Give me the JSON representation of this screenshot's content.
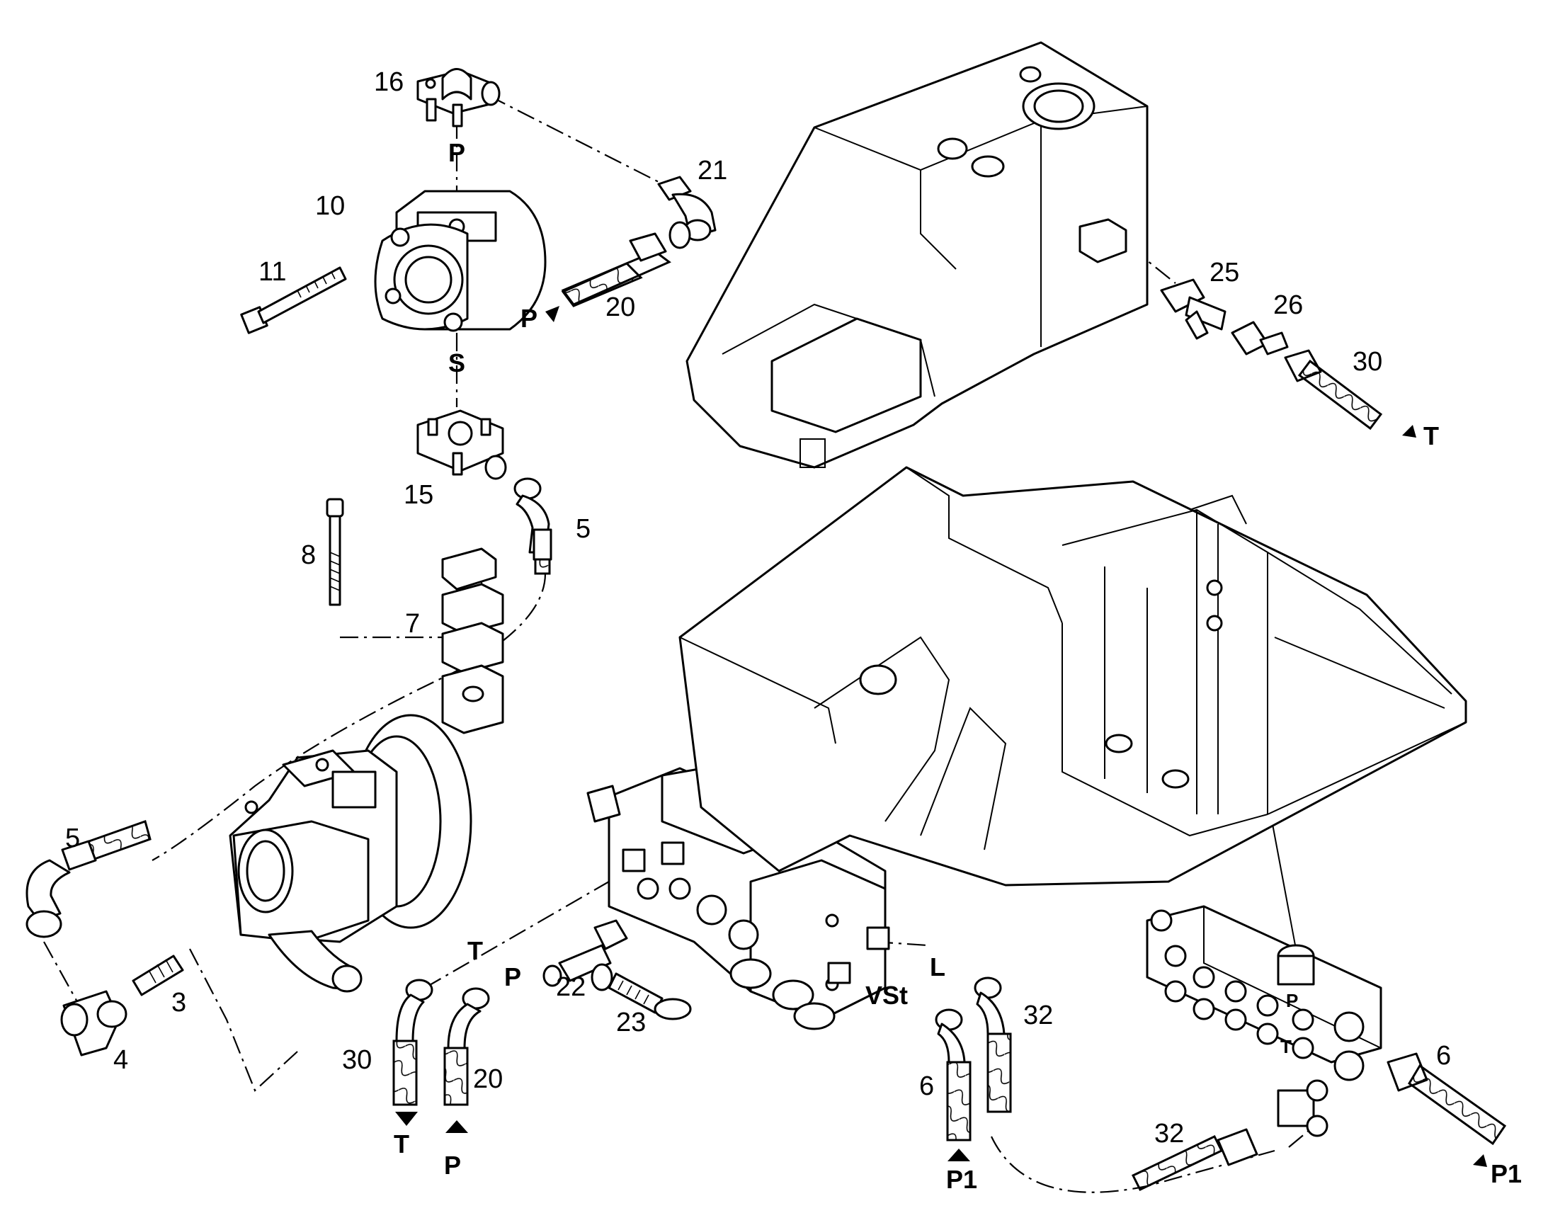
{
  "diagram": {
    "line_color": "#000000",
    "background": "#ffffff",
    "part_numbers": {
      "p16": "16",
      "p10": "10",
      "p11": "11",
      "p21": "21",
      "p20a": "20",
      "p15": "15",
      "p5a": "5",
      "p8": "8",
      "p7": "7",
      "p5b": "5",
      "p3": "3",
      "p4": "4",
      "p25": "25",
      "p26": "26",
      "p30a": "30",
      "p22": "22",
      "p23": "23",
      "p30b": "30",
      "p20b": "20",
      "p6a": "6",
      "p32a": "32",
      "p6b": "6",
      "p32b": "32"
    },
    "port_labels": {
      "pump_P": "P",
      "pump_S": "S",
      "hose20_P": "P",
      "hose30_T": "T",
      "block_T": "T",
      "block_P": "P",
      "block_L": "L",
      "block_VSt": "VSt",
      "out_T": "T",
      "out_P": "P",
      "out_P1": "P1",
      "manifold_P": "P",
      "manifold_T": "T",
      "manifold_P1": "P1"
    },
    "icons": [
      "flow-arrow-icon"
    ]
  }
}
